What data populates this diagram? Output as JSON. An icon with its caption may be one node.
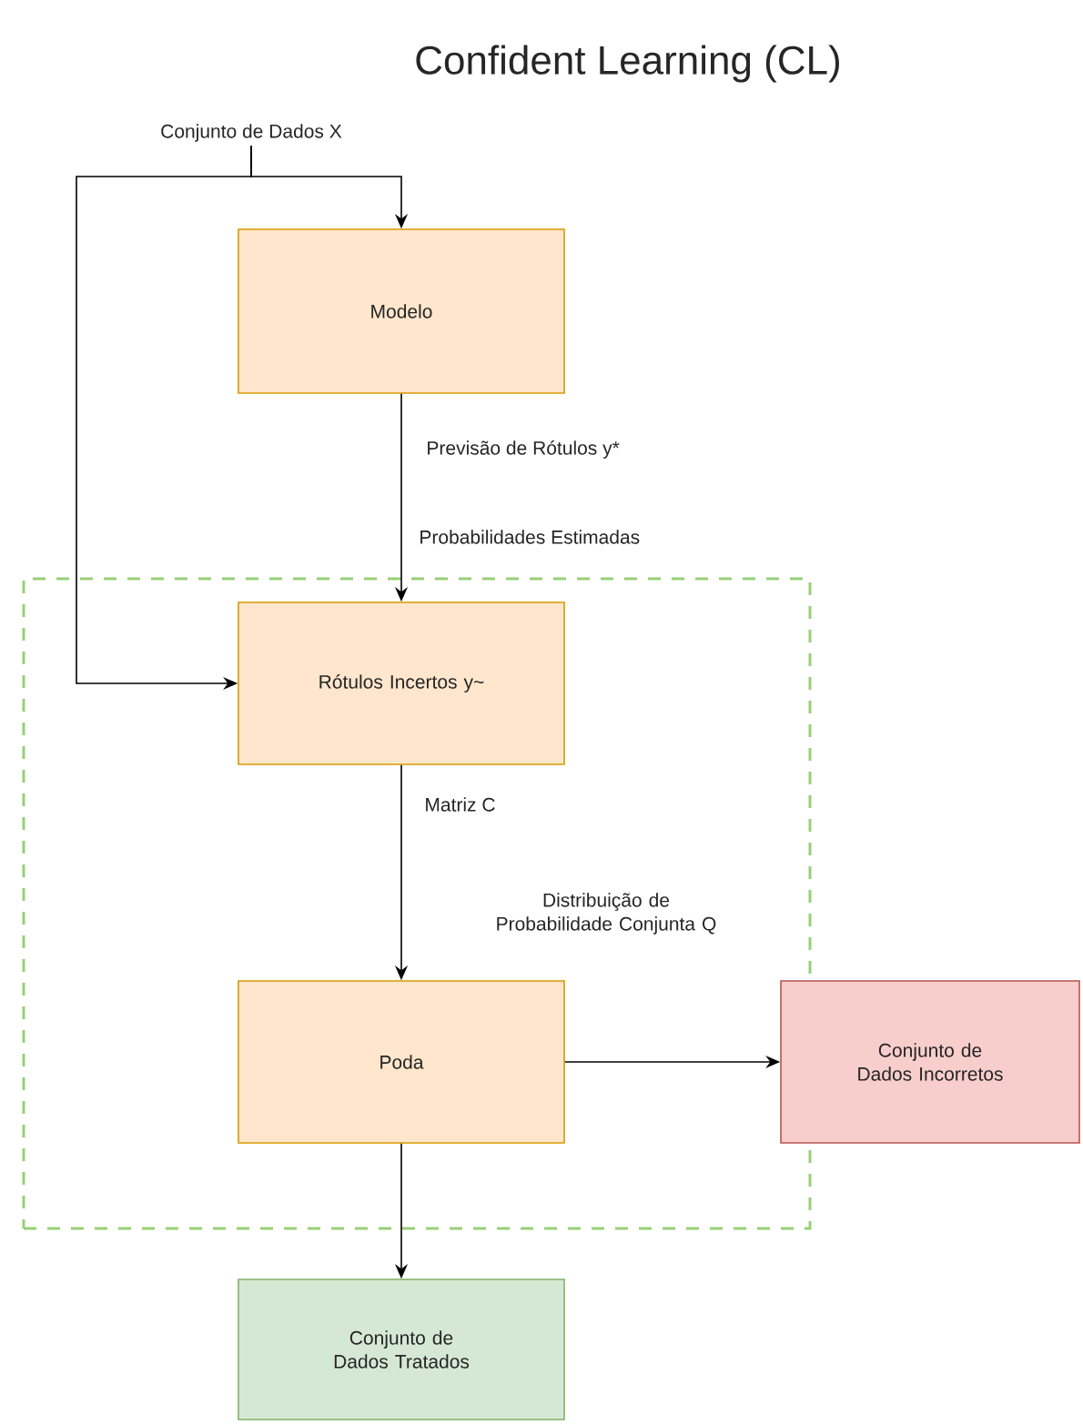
{
  "diagram": {
    "title": "Confident Learning (CL)",
    "nodes": [
      {
        "text": [
          "Conjunto de Dados X"
        ]
      },
      {
        "text": [
          "Modelo"
        ]
      },
      {
        "text": [],
        "shape": "box"
      },
      {
        "text": [
          "Rótulos Incertos y~"
        ],
        "in": 2
      },
      {
        "text": [
          "Poda"
        ],
        "in": 2
      },
      {
        "text": [
          "Conjunto de Dados Incorretos"
        ]
      },
      {
        "text": [
          "Conjunto de Dados Tratados"
        ]
      }
    ],
    "edges": [
      {
        "from": 0,
        "to": 1,
        "arrow": "to"
      },
      {
        "from": 0,
        "to": 3,
        "arrow": "to"
      },
      {
        "from": 1,
        "to": 3,
        "arrow": "to",
        "label": "Previsão de Rótulos y*"
      },
      {
        "from": 3,
        "to": 4,
        "arrow": "to",
        "label": "Matriz C"
      },
      {
        "from": 4,
        "to": 5,
        "arrow": "to"
      },
      {
        "from": 4,
        "to": 6,
        "arrow": "to"
      }
    ],
    "labels": [
      "Probabilidades Estimadas",
      "Distribuição de Probabilidade Conjunta Q"
    ]
  }
}
